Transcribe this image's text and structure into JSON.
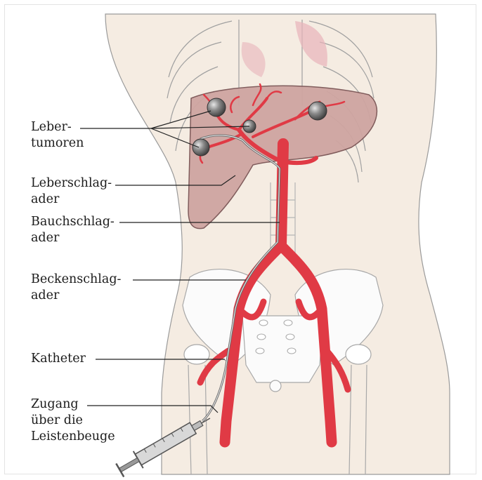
{
  "labels": {
    "leber_tumoren": [
      "Leber-",
      "tumoren"
    ],
    "leberschlagader": [
      "Leberschlag-",
      "ader"
    ],
    "bauchschlagader": [
      "Bauchschlag-",
      "ader"
    ],
    "beckenschlagader": [
      "Beckenschlag-",
      "ader"
    ],
    "katheter": [
      "Katheter"
    ],
    "zugang": [
      "Zugang",
      "über die",
      "Leistenbeuge"
    ]
  },
  "colors": {
    "artery": "#e03a45",
    "artery_dark": "#b8222d",
    "liver": "#cfa5a1",
    "skin": "#f5ece2",
    "bone": "#ffffff",
    "outline": "#8a8a8a",
    "tumor": "#6e6e6e"
  }
}
